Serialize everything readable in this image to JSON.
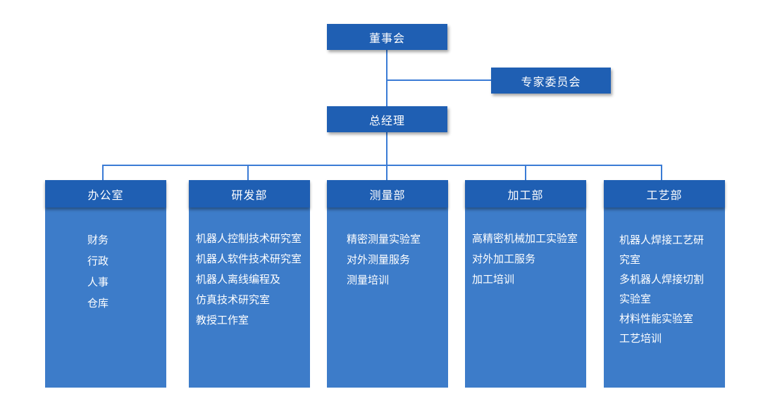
{
  "board": "董事会",
  "expert_committee": "专家委员会",
  "general_manager": "总经理",
  "departments": [
    {
      "name": "办公室",
      "items": [
        "财务",
        "行政",
        "人事",
        "仓库"
      ]
    },
    {
      "name": "研发部",
      "items": [
        "机器人控制技术研究室",
        "机器人软件技术研究室",
        "机器人离线编程及",
        "仿真技术研究室",
        "教授工作室"
      ]
    },
    {
      "name": "测量部",
      "items": [
        "精密测量实验室",
        "对外测量服务",
        "测量培训"
      ]
    },
    {
      "name": "加工部",
      "items": [
        "高精密机械加工实验室",
        "对外加工服务",
        "加工培训"
      ]
    },
    {
      "name": "工艺部",
      "items": [
        "机器人焊接工艺研",
        "究室",
        "多机器人焊接切割",
        "实验室",
        "材料性能实验室",
        "工艺培训"
      ]
    }
  ]
}
